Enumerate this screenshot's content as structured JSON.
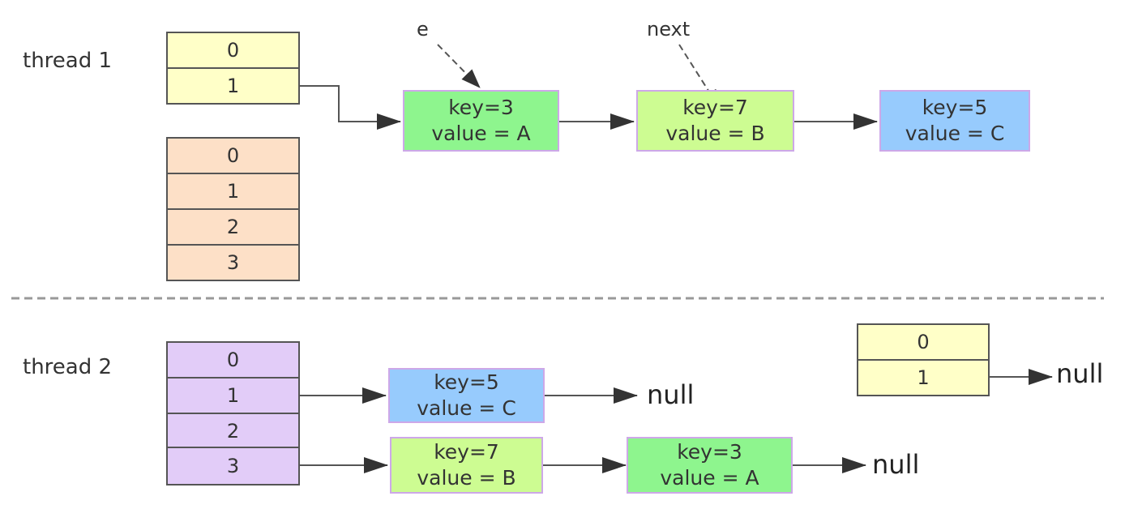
{
  "thread1": {
    "label": "thread 1",
    "old_table": [
      "0",
      "1"
    ],
    "new_table": [
      "0",
      "1",
      "2",
      "3"
    ],
    "pointer_e": "e",
    "pointer_next": "next",
    "chain": [
      {
        "key": "key=3",
        "value": "value = A"
      },
      {
        "key": "key=7",
        "value": "value = B"
      },
      {
        "key": "key=5",
        "value": "value = C"
      }
    ]
  },
  "thread2": {
    "label": "thread 2",
    "new_table": [
      "0",
      "1",
      "2",
      "3"
    ],
    "chain_bucket1": [
      {
        "key": "key=5",
        "value": "value = C"
      }
    ],
    "chain_bucket3": [
      {
        "key": "key=7",
        "value": "value = B"
      },
      {
        "key": "key=3",
        "value": "value = A"
      }
    ],
    "old_table": [
      "0",
      "1"
    ],
    "null_text": "null"
  },
  "colors": {
    "yellow_cell": "#ffffc8",
    "peach_cell": "#fde0c7",
    "purple_cell": "#e2ccf8",
    "node_green": "#8ef58e",
    "node_lime": "#cdfc92",
    "node_blue": "#97cbfd",
    "arrow": "#555555"
  }
}
